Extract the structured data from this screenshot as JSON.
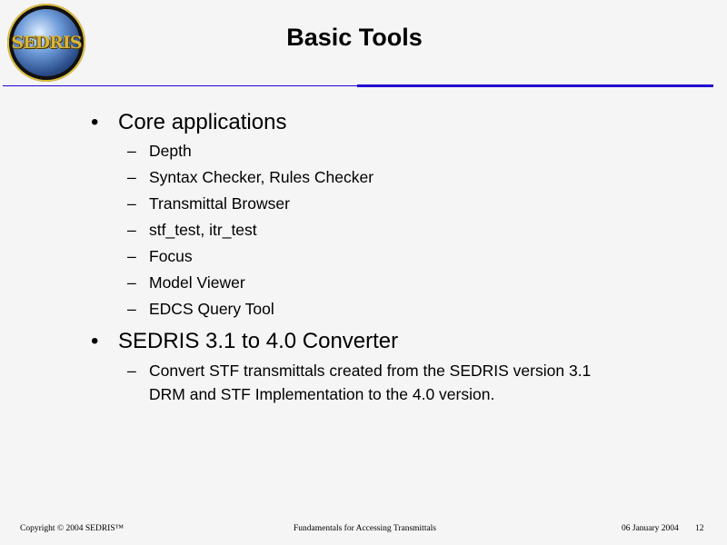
{
  "logo": {
    "text": "SEDRIS"
  },
  "title": "Basic Tools",
  "bullets": [
    {
      "label": "Core applications",
      "sub": [
        "Depth",
        "Syntax Checker, Rules Checker",
        "Transmittal Browser",
        "stf_test, itr_test",
        "Focus",
        "Model Viewer",
        "EDCS Query Tool"
      ]
    },
    {
      "label": "SEDRIS 3.1 to 4.0 Converter",
      "sub": [
        "Convert STF transmittals created from the SEDRIS version 3.1 DRM and STF Implementation to the 4.0 version."
      ]
    }
  ],
  "bullet_glyph": "•",
  "dash_glyph": "–",
  "footer": {
    "copyright": "Copyright © 2004 SEDRIS™",
    "center": "Fundamentals for Accessing Transmittals",
    "date": "06 January 2004",
    "page": "12"
  },
  "colors": {
    "rule": "#2000d0",
    "background": "#f5f5f5"
  }
}
